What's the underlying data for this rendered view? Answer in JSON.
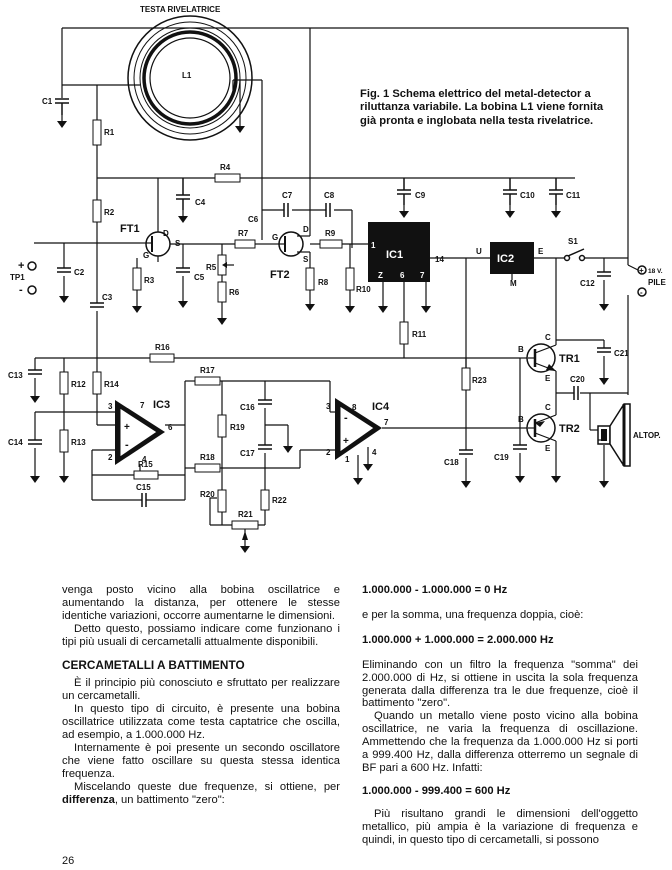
{
  "schematic": {
    "head_label": "TESTA RIVELATRICE",
    "coil_label": "L1",
    "components": {
      "C1": "C1",
      "R1": "R1",
      "R2": "R2",
      "R4": "R4",
      "C4": "C4",
      "C6": "C6",
      "C7": "C7",
      "C8": "C8",
      "C9": "C9",
      "C10": "C10",
      "C11": "C11",
      "FT1": "FT1",
      "FT2": "FT2",
      "R7": "R7",
      "R9": "R9",
      "R5": "R5",
      "R6": "R6",
      "R3": "R3",
      "C5": "C5",
      "R8": "R8",
      "R10": "R10",
      "C2": "C2",
      "C3": "C3",
      "TP1": "TP1",
      "IC1": "IC1",
      "IC2": "IC2",
      "S1": "S1",
      "C12": "C12",
      "R11": "R11",
      "R16": "R16",
      "C13": "C13",
      "R12": "R12",
      "R14": "R14",
      "IC3": "IC3",
      "R17": "R17",
      "C16": "C16",
      "R19": "R19",
      "C17": "C17",
      "R18": "R18",
      "R20": "R20",
      "R21": "R21",
      "R22": "R22",
      "C14": "C14",
      "R13": "R13",
      "R15": "R15",
      "C15": "C15",
      "IC4": "IC4",
      "R23": "R23",
      "C18": "C18",
      "TR1": "TR1",
      "TR2": "TR2",
      "C19": "C19",
      "C20": "C20",
      "C21": "C21"
    },
    "pins": {
      "ic1_1": "1",
      "ic1_14": "14",
      "ic1_z": "Z",
      "ic1_6": "6",
      "ic1_7": "7",
      "ic2_u": "U",
      "ic2_e": "E",
      "ic2_m": "M",
      "ic3_3": "3",
      "ic3_7": "7",
      "ic3_2": "2",
      "ic3_6": "6",
      "ic3_4": "4",
      "ic4_3": "3",
      "ic4_8": "8",
      "ic4_7": "7",
      "ic4_2": "2",
      "ic4_1": "1",
      "ic4_4": "4",
      "g1": "G",
      "s1": "S",
      "d1": "D",
      "g2": "G",
      "s2": "S",
      "d2": "D",
      "b1": "B",
      "c1": "C",
      "e1": "E",
      "b2": "B",
      "c2": "C",
      "e2": "E",
      "plus": "+",
      "minus": "-"
    },
    "supply_label": "18 V.",
    "battery_label": "PILE",
    "speaker_label": "ALTOP."
  },
  "caption": "Fig. 1 Schema elettrico del metal-detector a riluttanza variabile. La bobina L1 viene fornita già pronta e inglobata nella testa rivelatrice.",
  "left_column": {
    "p1": "venga posto vicino alla bobina oscillatrice e aumentando la distanza, per ottenere le stesse identiche variazioni, occorre aumentarne le dimensioni.",
    "p2": "Detto questo, possiamo indicare come funzionano i tipi più usuali di cercametalli attualmente disponibili.",
    "heading": "CERCAMETALLI A BATTIMENTO",
    "p3": "È il principio più conosciuto e sfruttato per realizzare un cercametalli.",
    "p4": "In questo tipo di circuito, è presente una bobina oscillatrice utilizzata come testa captatrice che oscilla, ad esempio, a 1.000.000 Hz.",
    "p5": "Internamente è poi presente un secondo oscillatore che viene fatto oscillare su questa stessa identica frequenza.",
    "p6_a": "Miscelando queste due frequenze, si ottiene, per ",
    "p6_bold": "differenza",
    "p6_b": ", un battimento \"zero\":"
  },
  "right_column": {
    "eq1": "1.000.000 - 1.000.000 = 0 Hz",
    "p1": "e per la somma, una frequenza doppia, cioè:",
    "eq2": "1.000.000 + 1.000.000 = 2.000.000 Hz",
    "p2": "Eliminando con un filtro la frequenza \"somma\" dei 2.000.000 di Hz, si ottiene in uscita la sola frequenza generata dalla differenza tra le due frequenze, cioè il battimento \"zero\".",
    "p3": "Quando un metallo viene posto vicino alla bobina oscillatrice, ne varia la frequenza di oscillazione. Ammettendo che la frequenza da 1.000.000 Hz si porti a 999.400 Hz, dalla differenza otterremo un segnale di BF pari a 600 Hz. Infatti:",
    "eq3": "1.000.000 - 999.400 = 600 Hz",
    "p4": "Più risultano grandi le dimensioni dell'oggetto metallico, più ampia è la variazione di frequenza e quindi, in questo tipo di cercametalli, si possono"
  },
  "page_number": "26"
}
